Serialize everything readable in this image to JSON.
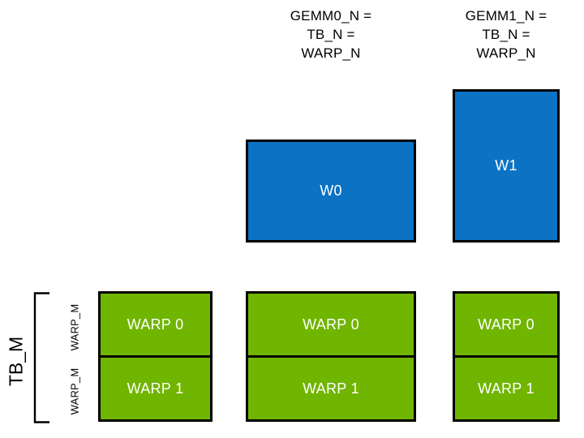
{
  "diagram": {
    "title_columns": [
      {
        "id": "gemm0",
        "text": "GEMM0_N =\nTB_N =\nWARP_N"
      },
      {
        "id": "gemm1",
        "text": "GEMM1_N =\nTB_N =\nWARP_N"
      }
    ],
    "tile_boxes": [
      {
        "id": "w0",
        "label": "W0",
        "color": "#0B72C4"
      },
      {
        "id": "w1",
        "label": "W1",
        "color": "#0C74C8"
      }
    ],
    "warp_grid": {
      "color": "#70B500",
      "border_color": "#000000",
      "rows": [
        {
          "label": "WARP 0",
          "side_label": "WARP_M"
        },
        {
          "label": "WARP 1",
          "side_label": "WARP_M"
        }
      ],
      "columns": [
        {
          "id": "col1",
          "cells": [
            "WARP 0",
            "WARP 1"
          ]
        },
        {
          "id": "col2",
          "cells": [
            "WARP 0",
            "WARP 1"
          ]
        },
        {
          "id": "col3",
          "cells": [
            "WARP 0",
            "WARP 1"
          ]
        }
      ]
    },
    "axis_labels": {
      "tb_m": "TB_M",
      "warp_m_top": "WARP_M",
      "warp_m_bottom": "WARP_M"
    },
    "background_color": "#FFFFFF"
  }
}
